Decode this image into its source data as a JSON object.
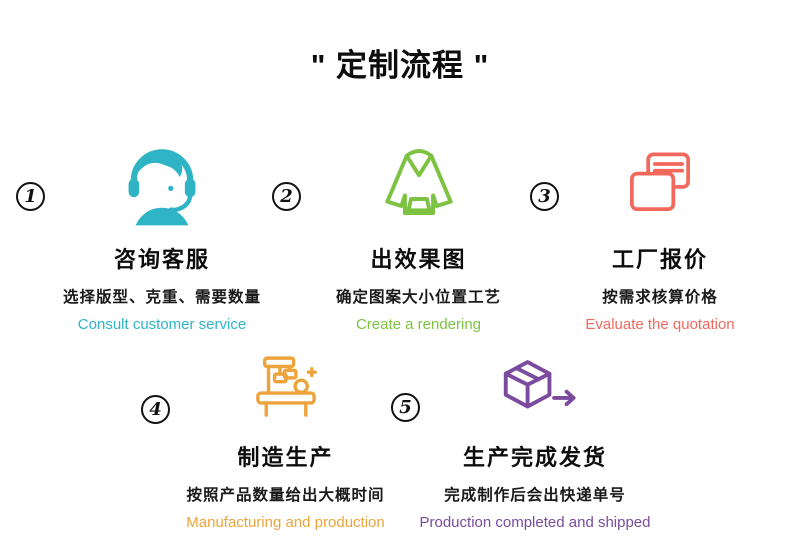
{
  "page": {
    "title": "\" 定制流程 \""
  },
  "steps": [
    {
      "number": "1",
      "icon": "headset-agent-icon",
      "heading": "咨询客服",
      "subtitle": "选择版型、克重、需要数量",
      "caption": "Consult customer service",
      "color": "#2fb4c6"
    },
    {
      "number": "2",
      "icon": "hoodie-icon",
      "heading": "出效果图",
      "subtitle": "确定图案大小位置工艺",
      "caption": "Create a rendering",
      "color": "#7dc242"
    },
    {
      "number": "3",
      "icon": "quotation-wallet-icon",
      "heading": "工厂报价",
      "subtitle": "按需求核算价格",
      "caption": "Evaluate the quotation",
      "color": "#f2685c"
    },
    {
      "number": "4",
      "icon": "production-machine-icon",
      "heading": "制造生产",
      "subtitle": "按照产品数量给出大概时间",
      "caption": "Manufacturing and production",
      "color": "#eda43c"
    },
    {
      "number": "5",
      "icon": "shipping-box-icon",
      "heading": "生产完成发货",
      "subtitle": "完成制作后会出快递单号",
      "caption": "Production completed and shipped",
      "color": "#7a4b9e"
    }
  ]
}
